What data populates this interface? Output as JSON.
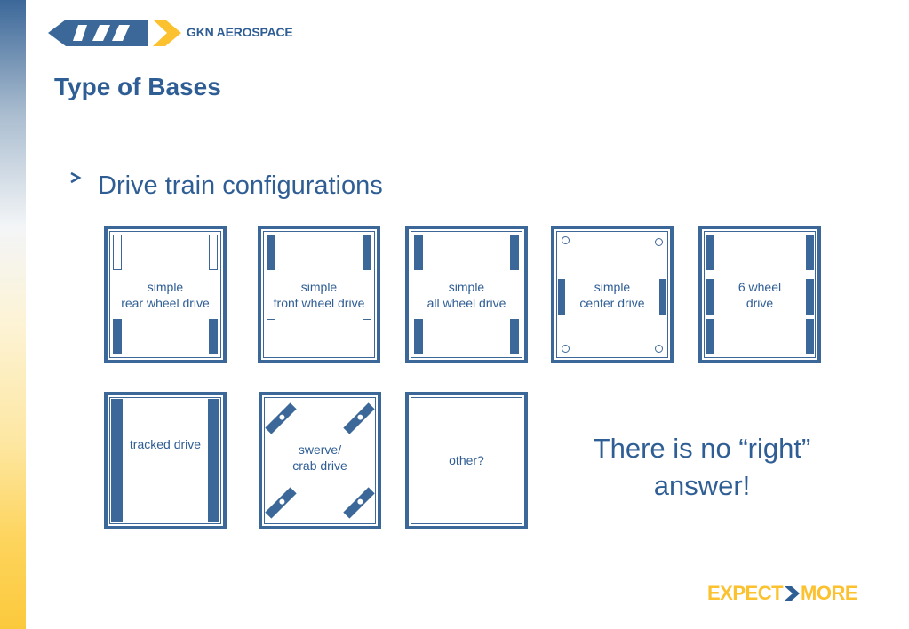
{
  "header": {
    "brand": "GKN AEROSPACE"
  },
  "slide": {
    "title": "Type of Bases",
    "bullet": "Drive train configurations",
    "callout_line1": "There is no “right”",
    "callout_line2": "answer!"
  },
  "configs": [
    {
      "line1": "simple",
      "line2": "rear wheel drive"
    },
    {
      "line1": "simple",
      "line2": "front wheel drive"
    },
    {
      "line1": "simple",
      "line2": "all wheel drive"
    },
    {
      "line1": "simple",
      "line2": "center drive"
    },
    {
      "line1": "6 wheel",
      "line2": "drive"
    },
    {
      "line1": "tracked drive"
    },
    {
      "line1": "swerve/",
      "line2": "crab drive"
    },
    {
      "line1": "other?"
    }
  ],
  "footer": {
    "expect": "EXPECT",
    "more": "MORE"
  },
  "colors": {
    "brand_blue": "#3c6899",
    "text_blue": "#2f5e95",
    "accent_yellow": "#fbc12e"
  }
}
